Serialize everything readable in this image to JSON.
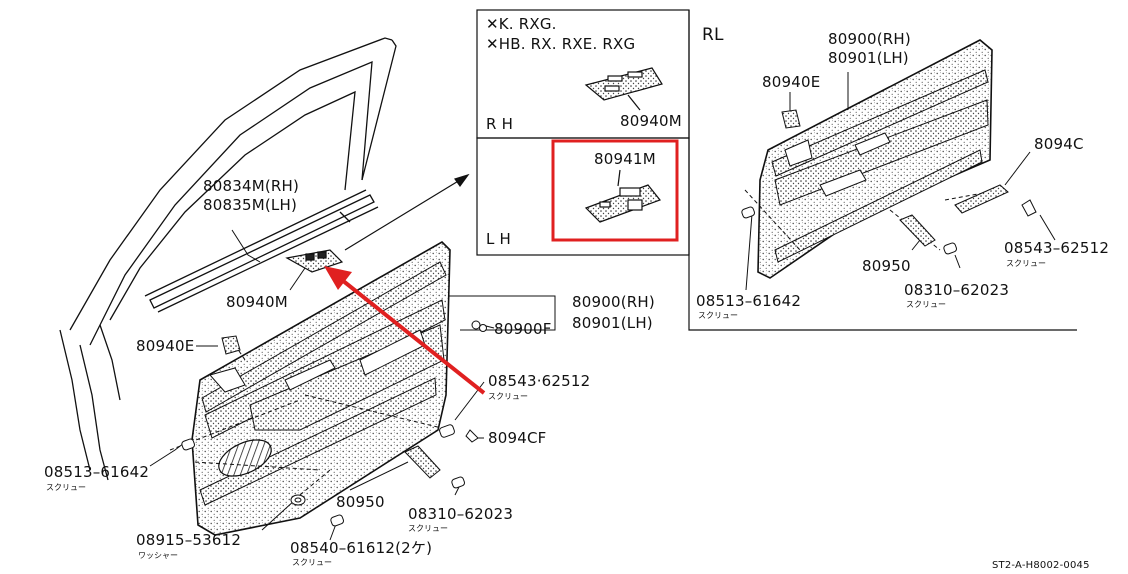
{
  "inset_top": {
    "line1": "✕K. RXG.",
    "line2": "✕HB. RX. RXE. RXG",
    "rh_label": "R H",
    "part_rh": "80940M",
    "lh_label": "L H",
    "part_lh": "80941M"
  },
  "inset_rear": {
    "title": "RL",
    "part_rh": "80900(RH)",
    "part_lh": "80901(LH)",
    "clip": "80940E",
    "end_cap": "8094C",
    "screw_a": "08543–62512",
    "screw_a_kana": "スクリュー",
    "handle": "80950",
    "screw_b": "08310–62023",
    "screw_b_kana": "スクリュー",
    "screw_c": "08513–61642",
    "screw_c_kana": "スクリュー"
  },
  "main": {
    "moulding_rh": "80834M(RH)",
    "moulding_lh": "80835M(LH)",
    "switch": "80940M",
    "trim_rh": "80900(RH)",
    "trim_lh": "80901(LH)",
    "clip_f": "80900F",
    "clip_e": "80940E",
    "screw_a": "08543·62512",
    "screw_a_kana": "スクリュー",
    "cap_f": "8094CF",
    "screw_c": "08513–61642",
    "screw_c_kana": "スクリュー",
    "handle": "80950",
    "screw_b": "08310–62023",
    "screw_b_kana": "スクリュー",
    "washer": "08915–53612",
    "washer_kana": "ワッシャー",
    "screw_d": "08540–61612(2ケ)",
    "screw_d_kana": "スクリュー"
  },
  "footer": {
    "code": "ST2-A-H8002-0045"
  },
  "colors": {
    "line": "#111111",
    "highlight": "#e02020",
    "stipple": "#555555"
  }
}
